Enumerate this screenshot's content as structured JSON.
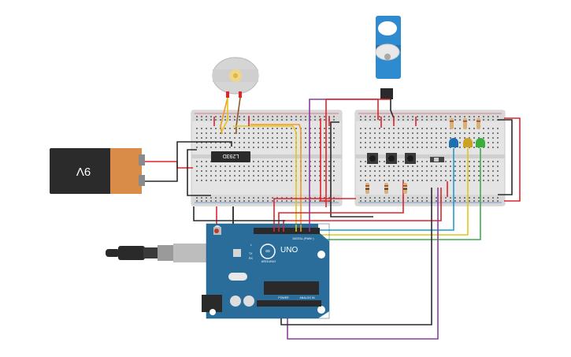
{
  "battery": {
    "label": "9V"
  },
  "ic": {
    "label": "L293D"
  },
  "arduino": {
    "brand": "ARDUINO",
    "model": "UNO",
    "digital_header": "DIGITAL (PWM~)",
    "power_header": "POWER",
    "analog_header": "ANALOG IN",
    "tx_label": "TX",
    "rx_label": "RX",
    "led_l_label": "L"
  },
  "colors": {
    "wire_red": "#e0242a",
    "wire_black": "#2a2a2a",
    "wire_orange": "#f39a1d",
    "wire_yellow": "#e3c51a",
    "wire_green": "#3cae4f",
    "wire_blue": "#1e9ad6",
    "wire_purple": "#8a3f9c",
    "wire_brown": "#8b5a2b",
    "board_blue": "#2a6d9a",
    "breadboard": "#e4e4e4",
    "battery_orange": "#d98c48",
    "servo_blue": "#2f8bd0",
    "led_blue": "#1c6fb0",
    "led_yellow": "#c9a321",
    "led_green": "#3aae3a"
  }
}
